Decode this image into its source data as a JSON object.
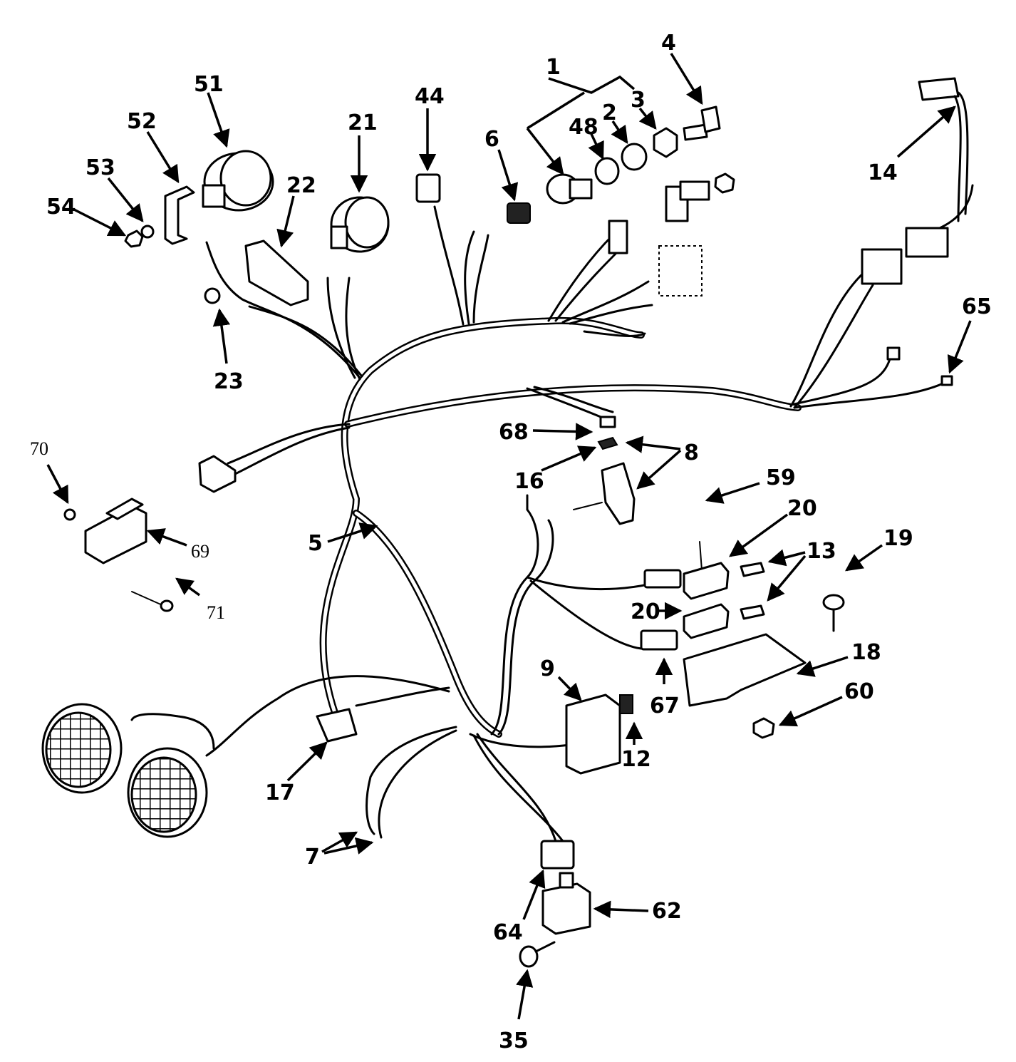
{
  "callouts": {
    "c1": "1",
    "c2": "2",
    "c3": "3",
    "c4": "4",
    "c5": "5",
    "c6": "6",
    "c7": "7",
    "c8": "8",
    "c9": "9",
    "c12": "12",
    "c13": "13",
    "c14": "14",
    "c16": "16",
    "c17": "17",
    "c18": "18",
    "c19": "19",
    "c20a": "20",
    "c20b": "20",
    "c21": "21",
    "c22": "22",
    "c23": "23",
    "c35": "35",
    "c44": "44",
    "c48": "48",
    "c51": "51",
    "c52": "52",
    "c53": "53",
    "c54": "54",
    "c59": "59",
    "c60": "60",
    "c62": "62",
    "c64": "64",
    "c65": "65",
    "c67": "67",
    "c68": "68",
    "c69": "69",
    "c70": "70",
    "c71": "71"
  }
}
